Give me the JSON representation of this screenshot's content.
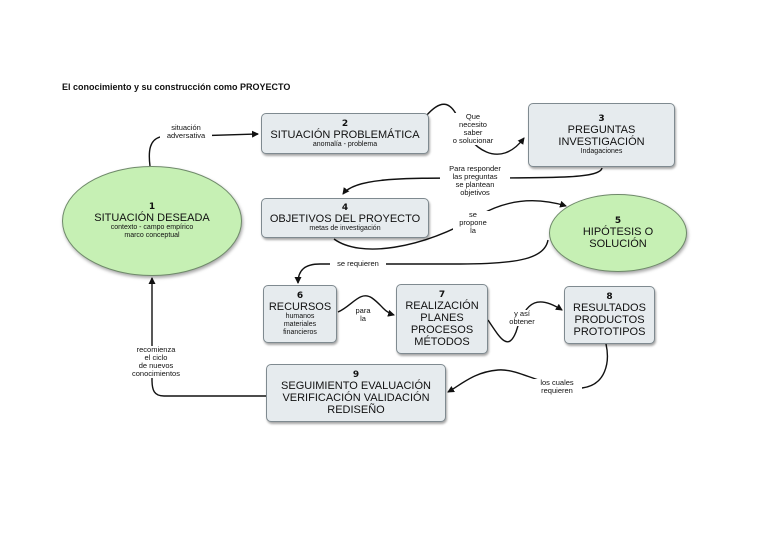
{
  "title": "El conocimiento y su construcción como PROYECTO",
  "nodes": {
    "n1": {
      "num": "1",
      "title": "SITUACIÓN DESEADA",
      "sub1": "contexto - campo empírico",
      "sub2": "marco conceptual"
    },
    "n2": {
      "num": "2",
      "title": "SITUACIÓN PROBLEMÁTICA",
      "sub1": "anomalía - problema"
    },
    "n3": {
      "num": "3",
      "title1": "PREGUNTAS",
      "title2": "INVESTIGACIÓN",
      "sub1": "Indagaciones"
    },
    "n4": {
      "num": "4",
      "title": "OBJETIVOS DEL PROYECTO",
      "sub1": "metas de investigación"
    },
    "n5": {
      "num": "5",
      "title1": "HIPÓTESIS O",
      "title2": "SOLUCIÓN"
    },
    "n6": {
      "num": "6",
      "title": "RECURSOS",
      "sub1": "humanos",
      "sub2": "materiales",
      "sub3": "financieros"
    },
    "n7": {
      "num": "7",
      "title1": "REALIZACIÓN",
      "title2": "PLANES",
      "title3": "PROCESOS",
      "title4": "MÉTODOS"
    },
    "n8": {
      "num": "8",
      "title1": "RESULTADOS",
      "title2": "PRODUCTOS",
      "title3": "PROTOTIPOS"
    },
    "n9": {
      "num": "9",
      "title1": "SEGUIMIENTO  EVALUACIÓN",
      "title2": "VERIFICACIÓN VALIDACIÓN",
      "title3": "REDISEÑO"
    }
  },
  "links": {
    "l1": {
      "line1": "situación",
      "line2": "adversativa"
    },
    "l2": {
      "line1": "Que",
      "line2": "necesito",
      "line3": "saber",
      "line4": "o solucionar"
    },
    "l3": {
      "line1": "Para responder",
      "line2": "las preguntas",
      "line3": "se plantean",
      "line4": "objetivos"
    },
    "l4": {
      "line1": "se",
      "line2": "propone",
      "line3": "la"
    },
    "l5": {
      "line1": "se requieren"
    },
    "l6": {
      "line1": "para",
      "line2": "la"
    },
    "l7": {
      "line1": "y así",
      "line2": "obtener"
    },
    "l8": {
      "line1": "los cuales",
      "line2": "requieren"
    },
    "l9": {
      "line1": "recomienza",
      "line2": "el ciclo",
      "line3": "de nuevos",
      "line4": "conocimientos"
    }
  },
  "colors": {
    "box_fill": "#e6ebee",
    "ellipse_fill": "#c6f0b4",
    "line": "#111111"
  }
}
